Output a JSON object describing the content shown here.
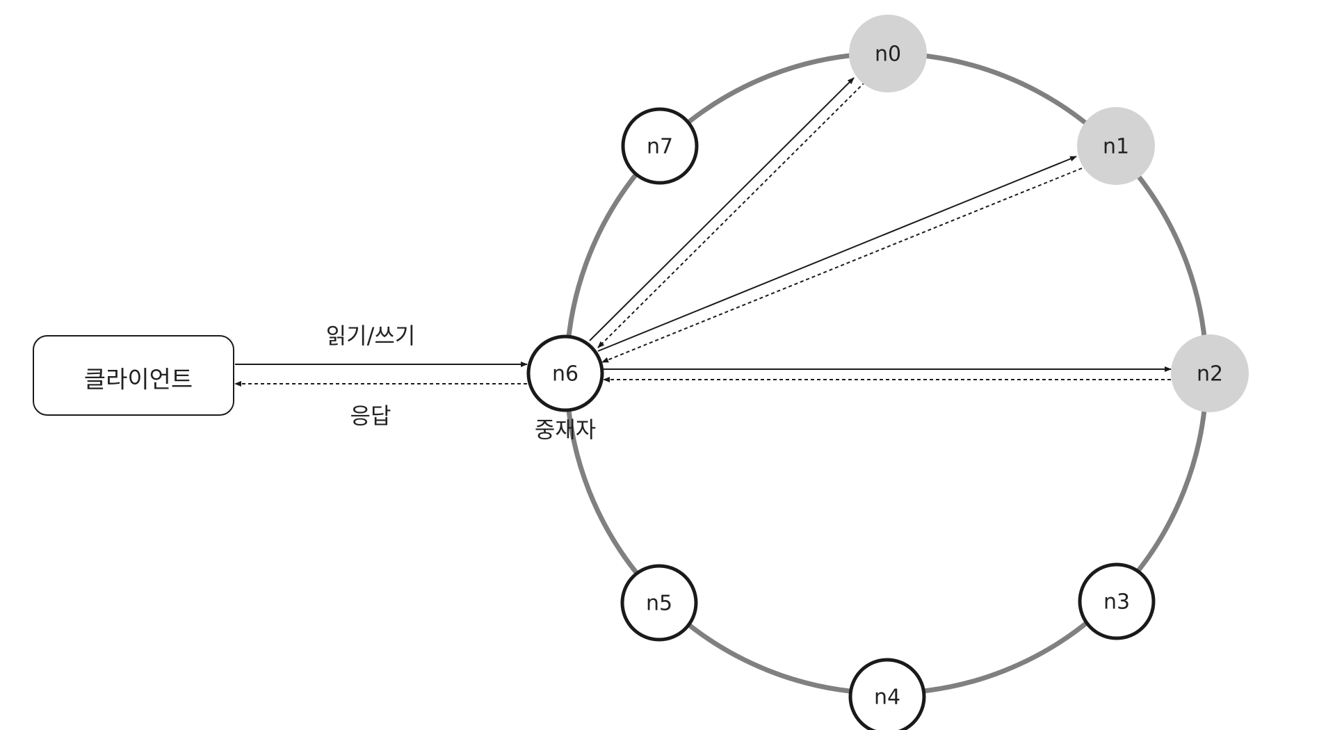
{
  "client": {
    "label": "클라이언트"
  },
  "coordinator_label": "중재자",
  "edge_labels": {
    "request": "읽기/쓰기",
    "response": "응답"
  },
  "nodes": [
    {
      "id": "n0",
      "label": "n0",
      "replica": true
    },
    {
      "id": "n1",
      "label": "n1",
      "replica": true
    },
    {
      "id": "n2",
      "label": "n2",
      "replica": true
    },
    {
      "id": "n3",
      "label": "n3",
      "replica": false
    },
    {
      "id": "n4",
      "label": "n4",
      "replica": false
    },
    {
      "id": "n5",
      "label": "n5",
      "replica": false
    },
    {
      "id": "n6",
      "label": "n6",
      "replica": false,
      "coordinator": true
    },
    {
      "id": "n7",
      "label": "n7",
      "replica": false
    }
  ],
  "colors": {
    "ring": "#808080",
    "replica_fill": "#d3d3d3",
    "node_stroke": "#1a1a1a",
    "text": "#222222"
  }
}
